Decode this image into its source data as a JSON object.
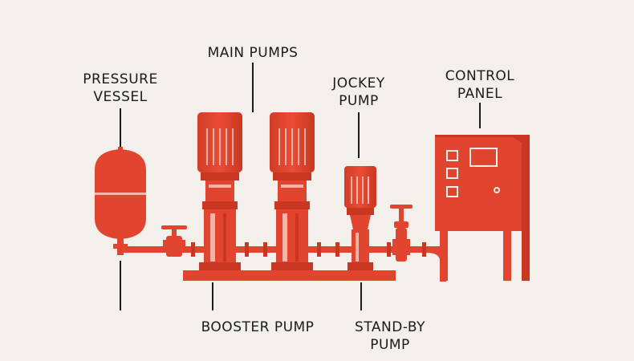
{
  "palette": {
    "background": "#f3f0eb",
    "equipment": "#e2452f",
    "equipment_dark": "#b93222",
    "highlight": "#f6b3a8",
    "text": "#1b1b1b"
  },
  "labels": {
    "pressure_vessel": [
      "PRESSURE",
      "VESSEL"
    ],
    "main_pumps": [
      "MAIN PUMPS"
    ],
    "jockey_pump": [
      "JOCKEY",
      "PUMP"
    ],
    "control_panel": [
      "CONTROL",
      "PANEL"
    ],
    "booster_pump": [
      "BOOSTER PUMP"
    ],
    "standby_pump": [
      "STAND-BY",
      "PUMP"
    ]
  }
}
